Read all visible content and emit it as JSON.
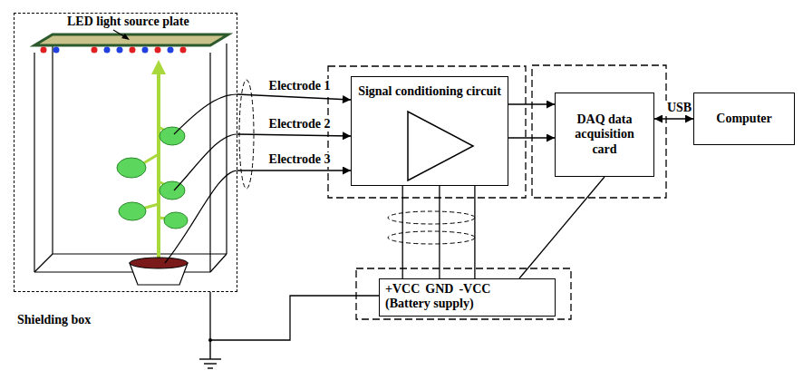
{
  "diagram": {
    "nodes": [
      {
        "text": [
          "Shielding box"
        ]
      },
      {
        "text": [
          "Signal conditioning circuit"
        ]
      },
      {
        "text": [
          "DAQ data acquisition card"
        ]
      },
      {
        "text": [
          "Computer"
        ]
      },
      {
        "text": [
          "+VCC",
          "GND",
          "-VCC",
          "(Battery supply)"
        ]
      }
    ],
    "edges": [
      {
        "from": 0,
        "to": 1,
        "label": "Electrode 1",
        "arrow": "to"
      },
      {
        "from": 0,
        "to": 1,
        "label": "Electrode 2",
        "arrow": "to"
      },
      {
        "from": 0,
        "to": 1,
        "label": "Electrode 3",
        "arrow": "to"
      },
      {
        "from": 1,
        "to": 2,
        "arrow": "to"
      },
      {
        "from": 1,
        "to": 2,
        "arrow": "to"
      },
      {
        "from": 2,
        "to": 3,
        "label": "USB",
        "arrow": "both"
      },
      {
        "from": 4,
        "to": 1,
        "arrow": "none"
      },
      {
        "from": 4,
        "to": 1,
        "arrow": "none"
      },
      {
        "from": 4,
        "to": 1,
        "arrow": "none"
      },
      {
        "from": 4,
        "to": 2,
        "arrow": "none"
      },
      {
        "from": 0,
        "to": 4,
        "arrow": "none"
      }
    ],
    "labels": [
      "LED light source plate"
    ]
  }
}
